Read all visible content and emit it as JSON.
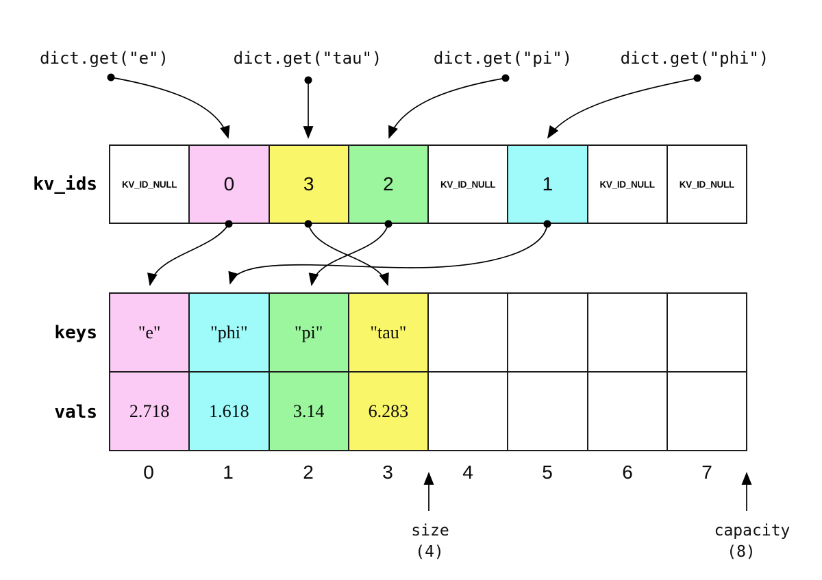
{
  "palette": {
    "pink": "#fbcbf5",
    "cyan": "#9ffafa",
    "green": "#9bf69d",
    "yellow": "#faf669",
    "white": "#ffffff",
    "line": "#1c1c1c"
  },
  "calls": [
    {
      "label": "dict.get(\"e\")"
    },
    {
      "label": "dict.get(\"tau\")"
    },
    {
      "label": "dict.get(\"pi\")"
    },
    {
      "label": "dict.get(\"phi\")"
    }
  ],
  "kv_ids": {
    "label": "kv_ids",
    "cells": [
      {
        "value": "KV_ID_NULL",
        "color": "white"
      },
      {
        "value": "0",
        "color": "pink"
      },
      {
        "value": "3",
        "color": "yellow"
      },
      {
        "value": "2",
        "color": "green"
      },
      {
        "value": "KV_ID_NULL",
        "color": "white"
      },
      {
        "value": "1",
        "color": "cyan"
      },
      {
        "value": "KV_ID_NULL",
        "color": "white"
      },
      {
        "value": "KV_ID_NULL",
        "color": "white"
      }
    ]
  },
  "keys": {
    "label": "keys",
    "cells": [
      {
        "value": "\"e\"",
        "color": "pink"
      },
      {
        "value": "\"phi\"",
        "color": "cyan"
      },
      {
        "value": "\"pi\"",
        "color": "green"
      },
      {
        "value": "\"tau\"",
        "color": "yellow"
      },
      {
        "value": "",
        "color": "white"
      },
      {
        "value": "",
        "color": "white"
      },
      {
        "value": "",
        "color": "white"
      },
      {
        "value": "",
        "color": "white"
      }
    ]
  },
  "vals": {
    "label": "vals",
    "cells": [
      {
        "value": "2.718",
        "color": "pink"
      },
      {
        "value": "1.618",
        "color": "cyan"
      },
      {
        "value": "3.14",
        "color": "green"
      },
      {
        "value": "6.283",
        "color": "yellow"
      },
      {
        "value": "",
        "color": "white"
      },
      {
        "value": "",
        "color": "white"
      },
      {
        "value": "",
        "color": "white"
      },
      {
        "value": "",
        "color": "white"
      }
    ]
  },
  "indices": [
    "0",
    "1",
    "2",
    "3",
    "4",
    "5",
    "6",
    "7"
  ],
  "size_marker": {
    "label": "size",
    "value": "(4)"
  },
  "capacity_marker": {
    "label": "capacity",
    "value": "(8)"
  },
  "arrows": [
    {
      "from": "dict.get(\"e\")",
      "to": "kv_ids slot 1"
    },
    {
      "from": "dict.get(\"tau\")",
      "to": "kv_ids slot 2"
    },
    {
      "from": "dict.get(\"pi\")",
      "to": "kv_ids slot 3"
    },
    {
      "from": "dict.get(\"phi\")",
      "to": "kv_ids slot 5"
    },
    {
      "from": "kv_ids slot 1 (0)",
      "to": "keys/vals index 0"
    },
    {
      "from": "kv_ids slot 2 (3)",
      "to": "keys/vals index 3"
    },
    {
      "from": "kv_ids slot 3 (2)",
      "to": "keys/vals index 2"
    },
    {
      "from": "kv_ids slot 5 (1)",
      "to": "keys/vals index 1"
    }
  ]
}
